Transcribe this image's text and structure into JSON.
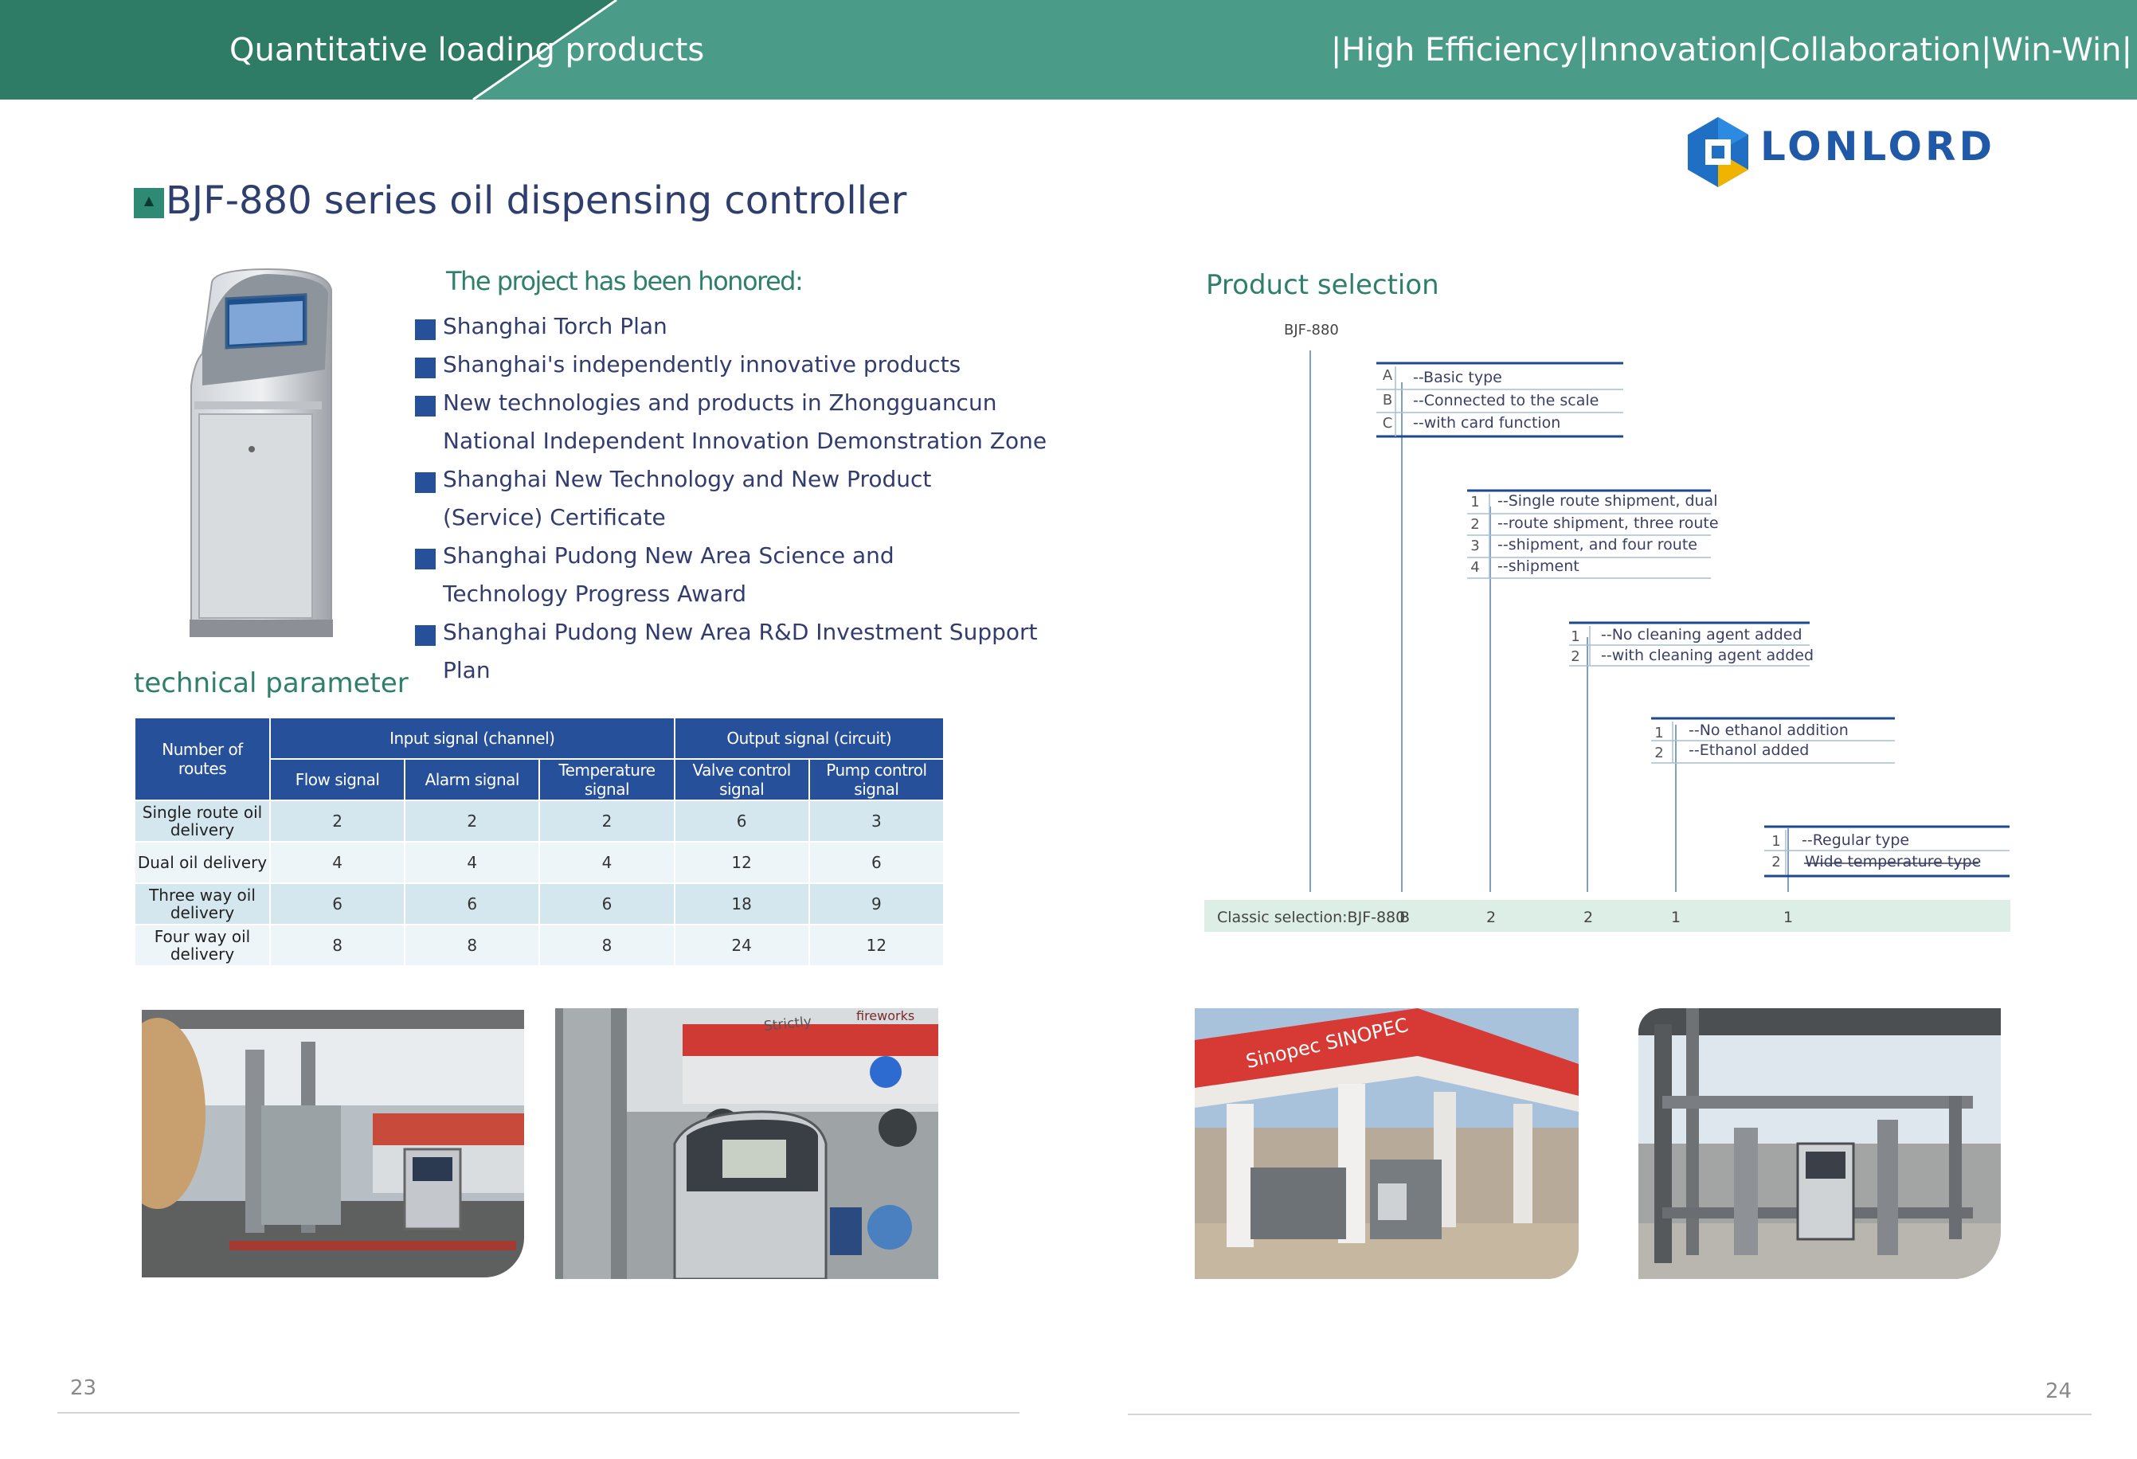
{
  "header": {
    "title": "Quantitative loading products",
    "slogan": "|High Efficiency|Innovation|Collaboration|Win-Win|"
  },
  "logo": {
    "text": "LONLORD",
    "brand_color": "#2059a8"
  },
  "colors": {
    "primary_green": "#2e7f6b",
    "header_band": "#4a9c88",
    "table_header": "#27509a",
    "navy_text": "#2e3e6e"
  },
  "left_page": {
    "title": "BJF-880 series oil dispensing controller",
    "marker_icon": "triangle-up",
    "honors_heading": "The project has been honored:",
    "honors": [
      "Shanghai Torch Plan",
      "Shanghai's independently innovative products",
      "New technologies and products in Zhongguancun National Independent Innovation Demonstration Zone",
      "Shanghai New Technology and New Product (Service) Certificate",
      "Shanghai Pudong New Area Science and Technology Progress Award",
      "Shanghai Pudong New Area R&D Investment Support Plan"
    ],
    "tech_heading": "technical parameter",
    "table": {
      "header_routes": "Number of routes",
      "header_input": "Input signal (channel)",
      "header_output": "Output signal (circuit)",
      "columns": [
        "Flow signal",
        "Alarm signal",
        "Temperature signal",
        "Valve control signal",
        "Pump control signal"
      ],
      "rows": [
        {
          "name": "Single route oil delivery",
          "values": [
            "2",
            "2",
            "2",
            "6",
            "3"
          ]
        },
        {
          "name": "Dual oil delivery",
          "values": [
            "4",
            "4",
            "4",
            "12",
            "6"
          ]
        },
        {
          "name": "Three way oil delivery",
          "values": [
            "6",
            "6",
            "6",
            "18",
            "9"
          ]
        },
        {
          "name": "Four way oil delivery",
          "values": [
            "8",
            "8",
            "8",
            "24",
            "12"
          ]
        }
      ]
    },
    "photo_texts": {
      "strictly": "Strictly",
      "fireworks": "fireworks"
    },
    "page_number": "23"
  },
  "right_page": {
    "selection_heading": "Product selection",
    "model_code": "BJF-880",
    "groups": [
      {
        "items": [
          {
            "code": "A",
            "text": "--Basic type"
          },
          {
            "code": "B",
            "text": "--Connected to the scale"
          },
          {
            "code": "C",
            "text": "--with card function"
          }
        ]
      },
      {
        "items": [
          {
            "code": "1",
            "text": "--Single route shipment, dual"
          },
          {
            "code": "2",
            "text": "--route shipment, three route"
          },
          {
            "code": "3",
            "text": "--shipment, and four route"
          },
          {
            "code": "4",
            "text": "--shipment"
          }
        ]
      },
      {
        "items": [
          {
            "code": "1",
            "text": "--No cleaning agent added"
          },
          {
            "code": "2",
            "text": "--with cleaning agent added"
          }
        ]
      },
      {
        "items": [
          {
            "code": "1",
            "text": "--No ethanol addition"
          },
          {
            "code": "2",
            "text": "--Ethanol added"
          }
        ]
      },
      {
        "items": [
          {
            "code": "1",
            "text": "--Regular type"
          },
          {
            "code": "2",
            "text": "Wide temperature type"
          }
        ]
      }
    ],
    "classic": {
      "label": "Classic selection:BJF-880",
      "values": [
        "B",
        "2",
        "2",
        "1",
        "1"
      ]
    },
    "photo_texts": {
      "sinopec": "Sinopec SINOPEC"
    },
    "page_number": "24"
  }
}
